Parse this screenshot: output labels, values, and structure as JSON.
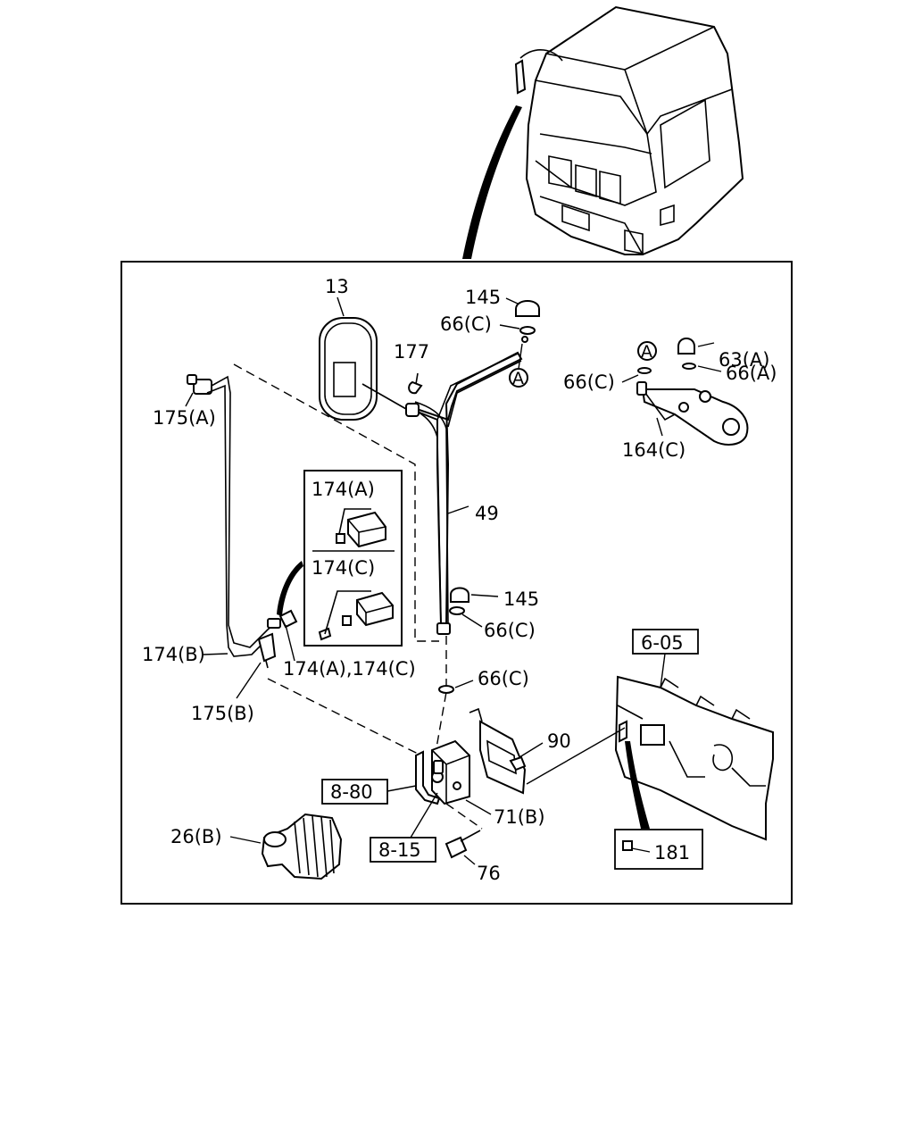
{
  "labels": {
    "p13": "13",
    "p145_top": "145",
    "p66c_top": "66(C)",
    "p177": "177",
    "p175a": "175(A)",
    "p63a": "63(A)",
    "p66a": "66(A)",
    "p66c_right": "66(C)",
    "p164c": "164(C)",
    "p49": "49",
    "p174a_box": "174(A)",
    "p174c_box": "174(C)",
    "p145_mid": "145",
    "p66c_mid": "66(C)",
    "p174b": "174(B)",
    "p174ac": "174(A),174(C)",
    "p175b": "175(B)",
    "p66c_low": "66(C)",
    "p90": "90",
    "p71b": "71(B)",
    "p76": "76",
    "p26b": "26(B)",
    "ref_605": "6-05",
    "ref_880": "8-80",
    "ref_815": "8-15",
    "p181": "181",
    "marker_a": "A"
  }
}
